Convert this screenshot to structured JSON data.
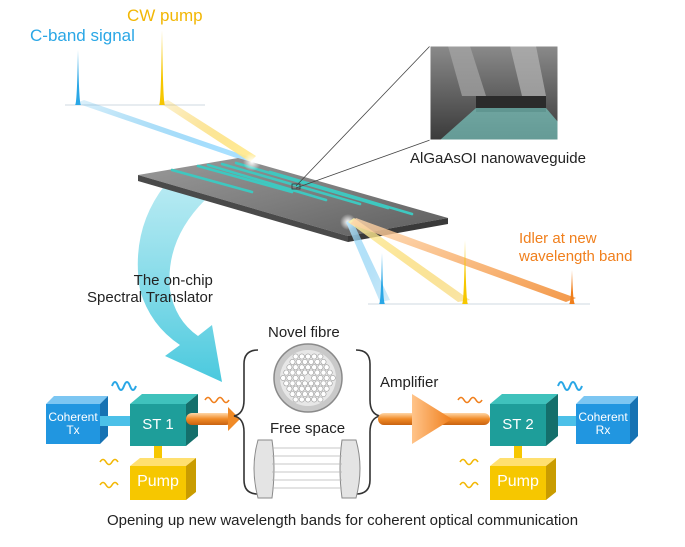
{
  "labels": {
    "cband_signal": "C-band signal",
    "cw_pump": "CW pump",
    "nanowaveguide": "AlGaAsOI nanowaveguide",
    "idler_line1": "Idler at new",
    "idler_line2": "wavelength band",
    "translator_line1": "The on-chip",
    "translator_line2": "Spectral Translator",
    "novel_fibre": "Novel fibre",
    "free_space": "Free space",
    "amplifier": "Amplifier",
    "caption": "Opening up new wavelength bands for coherent optical communication"
  },
  "blocks": {
    "coherent_tx_line1": "Coherent",
    "coherent_tx_line2": "Tx",
    "coherent_rx_line1": "Coherent",
    "coherent_rx_line2": "Rx",
    "st1": "ST 1",
    "st2": "ST 2",
    "pump_left": "Pump",
    "pump_right": "Pump"
  },
  "colors": {
    "signal": "#2aa7e6",
    "pump": "#f2b705",
    "idler": "#f07f1c",
    "teal_box": "#1e9e9a",
    "blue_box": "#2196e0",
    "yellow_box": "#f6c700"
  }
}
